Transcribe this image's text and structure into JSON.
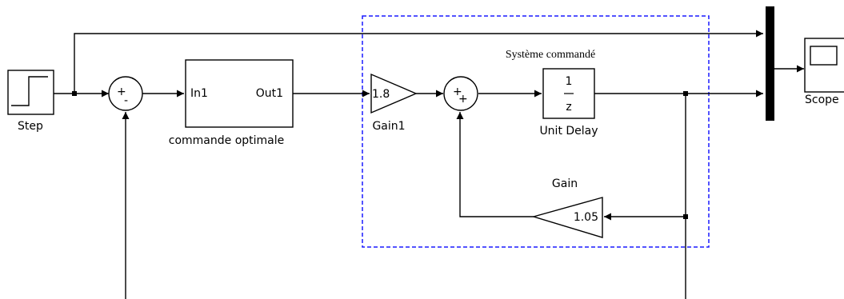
{
  "blocks": {
    "step": {
      "label": "Step"
    },
    "sum1": {
      "sign_top": "+",
      "sign_bottom": "-"
    },
    "controller": {
      "in_port": "In1",
      "out_port": "Out1",
      "label": "commande optimale"
    },
    "gain1": {
      "value": "1.8",
      "label": "Gain1"
    },
    "sum2": {
      "sign_top": "+",
      "sign_bottom": "+"
    },
    "unit_delay": {
      "numerator": "1",
      "denominator": "z",
      "label": "Unit Delay"
    },
    "gain": {
      "value": "1.05",
      "label": "Gain"
    },
    "subsystem": {
      "label": "Système commandé"
    },
    "scope": {
      "label": "Scope"
    }
  },
  "colors": {
    "subsystem_border": "#1a1aff"
  }
}
